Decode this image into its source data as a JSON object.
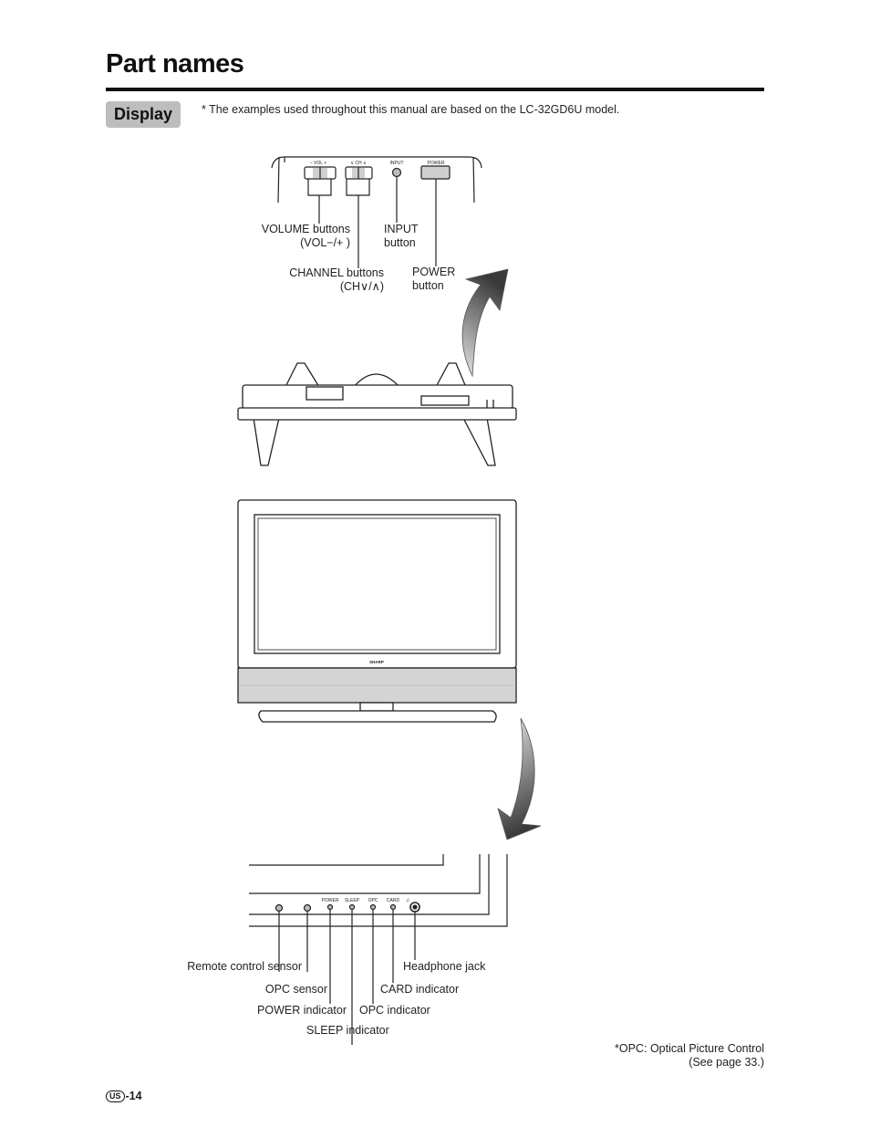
{
  "page": {
    "title": "Part names",
    "section": "Display",
    "note": "*  The examples used throughout this manual are based on the LC-32GD6U model.",
    "page_prefix": "US",
    "page_number": "-14"
  },
  "top_panel": {
    "button_markings": {
      "vol": "–  VOL  +",
      "ch": "CH",
      "input": "INPUT",
      "power": "POWER"
    },
    "labels": {
      "volume": [
        "VOLUME buttons",
        "(VOL−/+ )"
      ],
      "channel": [
        "CHANNEL buttons",
        "(CH∨/∧)"
      ],
      "input": [
        "INPUT",
        "button"
      ],
      "power": [
        "POWER",
        "button"
      ]
    }
  },
  "tv_front": {
    "brand": "SHARP"
  },
  "front_panel": {
    "indicator_markings": [
      "POWER",
      "SLEEP",
      "OPC",
      "CARD"
    ],
    "labels": {
      "remote": "Remote control sensor",
      "opc_sensor": "OPC sensor",
      "power_ind": "POWER indicator",
      "sleep_ind": "SLEEP indicator",
      "opc_ind": "OPC indicator",
      "card_ind": "CARD indicator",
      "headphone": "Headphone jack"
    }
  },
  "footnote": [
    "*OPC: Optical Picture Control",
    "(See page 33.)"
  ]
}
